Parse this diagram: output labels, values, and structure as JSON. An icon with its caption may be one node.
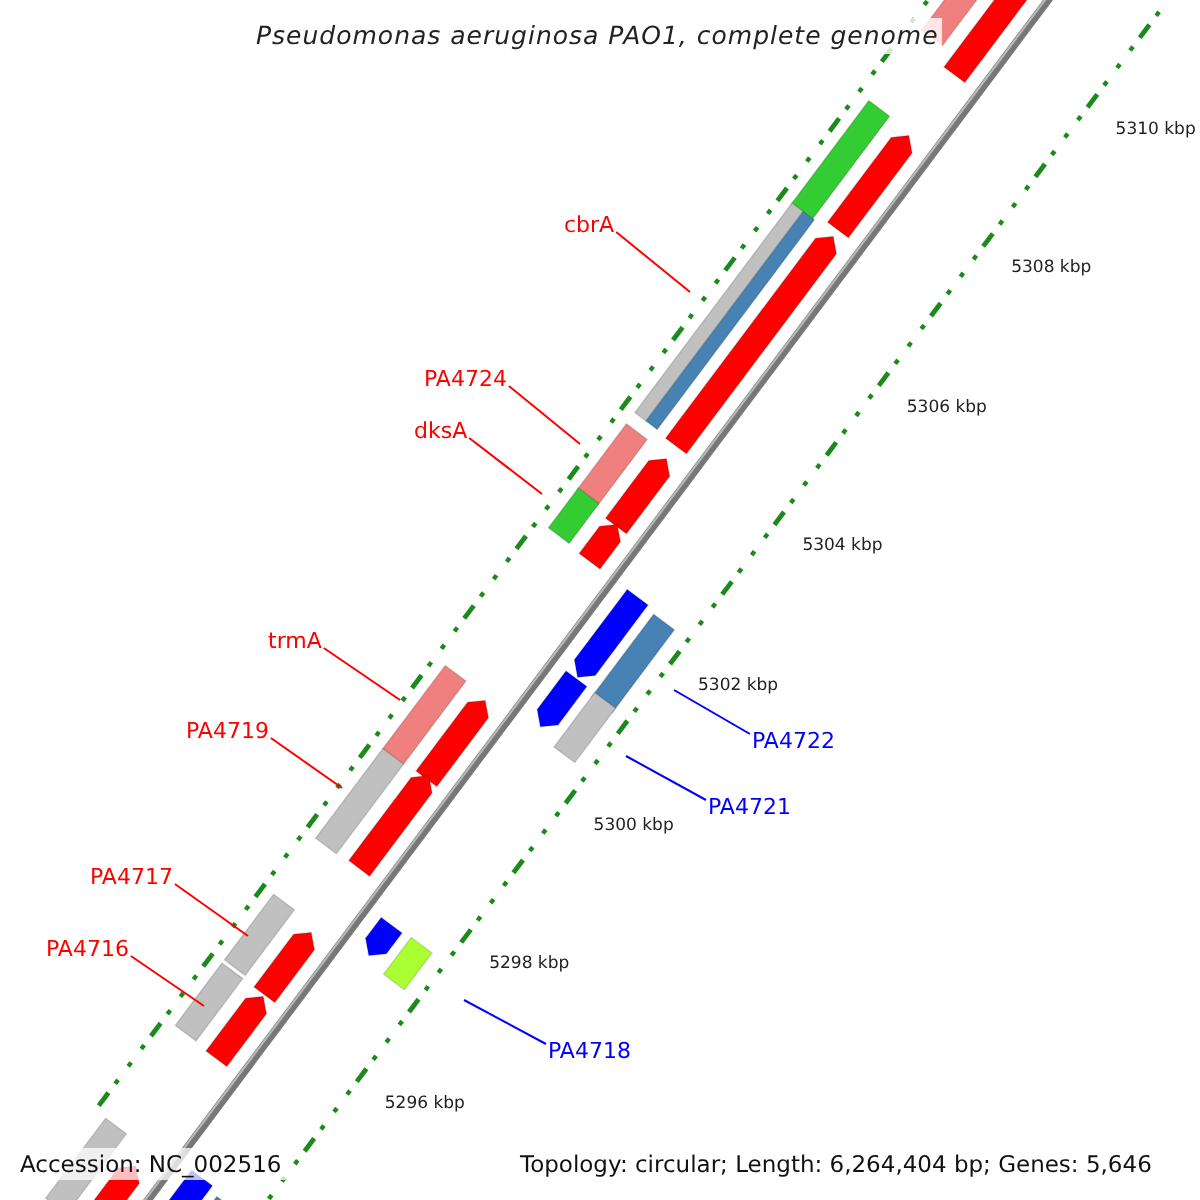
{
  "diagram": {
    "title": "Pseudomonas aeruginosa PAO1, complete genome",
    "nodes": [
      {
        "text": [
          "cbrA"
        ]
      },
      {
        "text": [
          "PA4724"
        ]
      },
      {
        "text": [
          "dksA"
        ]
      },
      {
        "text": [
          "trmA"
        ]
      },
      {
        "text": [
          "PA4719"
        ]
      },
      {
        "text": [
          "PA4717"
        ]
      },
      {
        "text": [
          "PA4716"
        ]
      },
      {
        "text": [
          "PA4722"
        ]
      },
      {
        "text": [
          "PA4721"
        ]
      },
      {
        "text": [
          "PA4718"
        ]
      }
    ],
    "edges": [
      {
        "from": 0,
        "to": null,
        "arrow": "none"
      },
      {
        "from": 1,
        "to": null,
        "arrow": "none"
      },
      {
        "from": 2,
        "to": null,
        "arrow": "none"
      },
      {
        "from": 3,
        "to": null,
        "arrow": "none"
      },
      {
        "from": 4,
        "to": null,
        "arrow": "none"
      },
      {
        "from": 5,
        "to": null,
        "arrow": "none"
      },
      {
        "from": 6,
        "to": null,
        "arrow": "none"
      },
      {
        "from": 7,
        "to": null,
        "arrow": "none",
        "color": "#0000ff"
      },
      {
        "from": 8,
        "to": null,
        "arrow": "none",
        "color": "#0000ff"
      },
      {
        "from": 9,
        "to": null,
        "arrow": "none",
        "color": "#0000ff"
      }
    ],
    "labels": [
      "5310 kbp",
      "5308 kbp",
      "5306 kbp",
      "5304 kbp",
      "5302 kbp",
      "5300 kbp",
      "5298 kbp",
      "5296 kbp",
      "Accession: NC_002516",
      "Topology: circular; Length: 6,264,404 bp; Genes: 5,646"
    ]
  }
}
